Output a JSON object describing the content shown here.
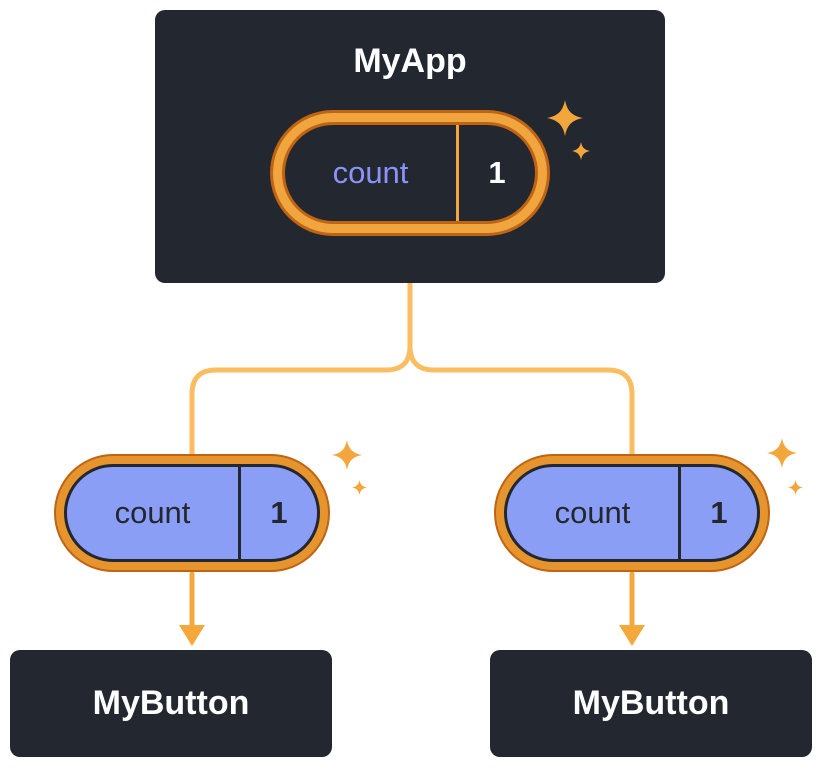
{
  "diagram": {
    "root": {
      "title": "MyApp",
      "state_pill": {
        "label": "count",
        "value": "1"
      }
    },
    "left_child": {
      "pill": {
        "label": "count",
        "value": "1"
      },
      "box_title": "MyButton"
    },
    "right_child": {
      "pill": {
        "label": "count",
        "value": "1"
      },
      "box_title": "MyButton"
    },
    "colors": {
      "background": "#ffffff",
      "panel_dark": "#23272f",
      "text_white": "#ffffff",
      "connector_orange": "#fabd62",
      "arrow_orange": "#f5a83c",
      "ring_light": "#f0a53e",
      "ring_mid": "#e6942d",
      "ring_dark": "#bf6414",
      "pill_purple": "#8b9ef6",
      "pill_label_lavender": "#8a93f8",
      "sparkle_orange": "#f2a63b"
    }
  }
}
